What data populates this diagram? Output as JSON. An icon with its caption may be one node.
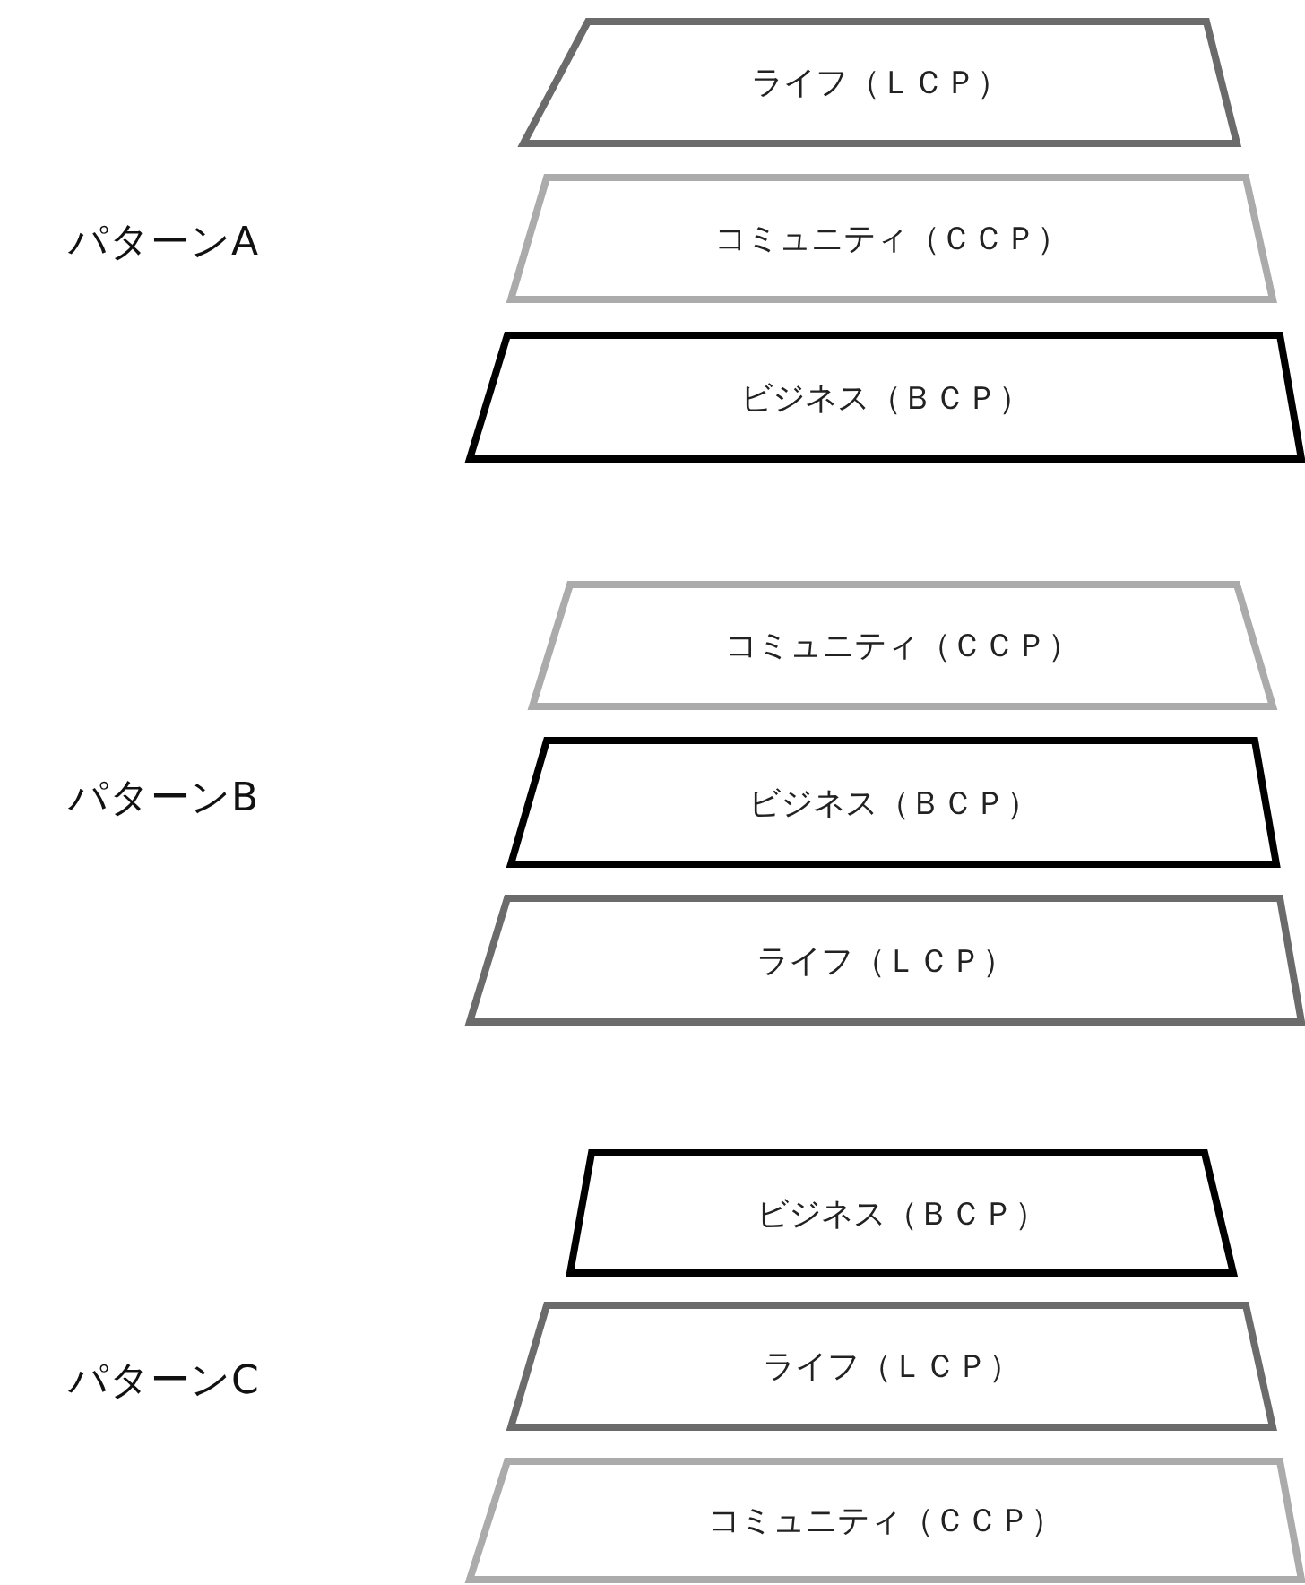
{
  "diagram": {
    "nodes": [
      {
        "text": [
          "ライフ（ＬＣＰ）"
        ]
      },
      {
        "text": [
          "コミュニティ（ＣＣＰ）"
        ]
      },
      {
        "text": [
          "ビジネス（ＢＣＰ）"
        ]
      },
      {
        "text": [
          "コミュニティ（ＣＣＰ）"
        ]
      },
      {
        "text": [
          "ビジネス（ＢＣＰ）"
        ]
      },
      {
        "text": [
          "ライフ（ＬＣＰ）"
        ]
      },
      {
        "text": [
          "ビジネス（ＢＣＰ）"
        ]
      },
      {
        "text": [
          "ライフ（ＬＣＰ）"
        ]
      },
      {
        "text": [
          "コミュニティ（ＣＣＰ）"
        ]
      }
    ],
    "labels": [
      "パターンA",
      "パターンB",
      "パターンC"
    ]
  }
}
